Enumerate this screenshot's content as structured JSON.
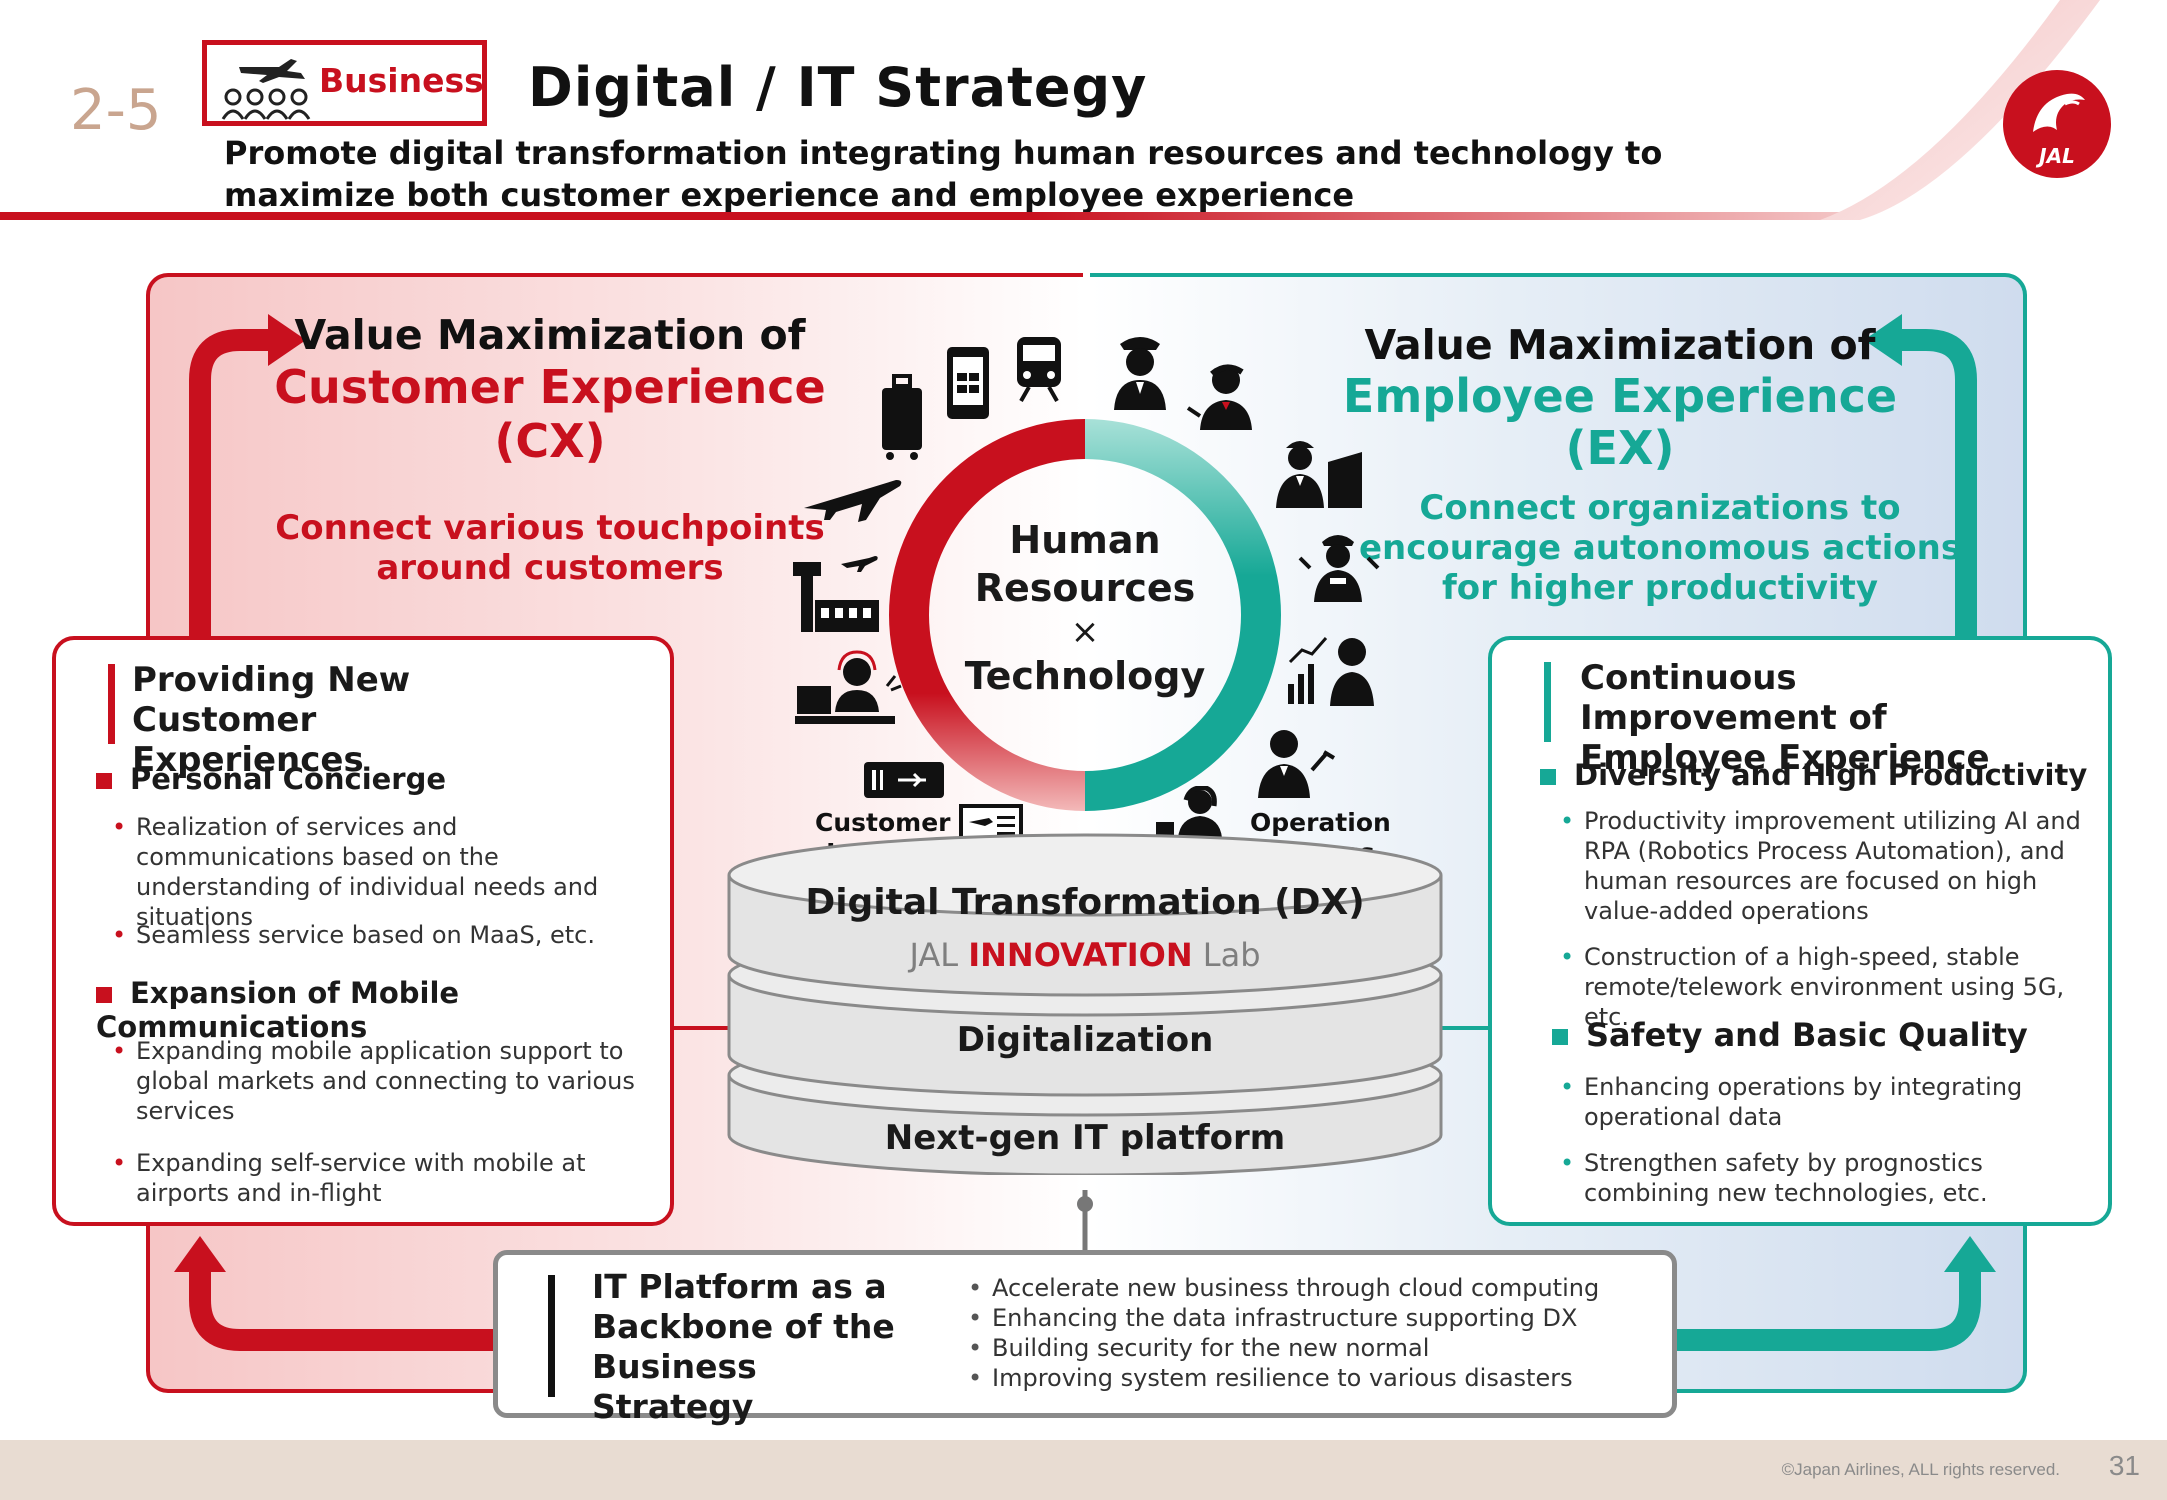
{
  "header": {
    "section_number": "2-5",
    "badge_label": "Business",
    "title": "Digital / IT Strategy",
    "subtitle": "Promote digital transformation integrating human resources and technology to maximize both customer experience and employee experience",
    "logo_text": "JAL"
  },
  "cx": {
    "title_line1": "Value Maximization of",
    "title_line2": "Customer Experience",
    "title_line3": "(CX)",
    "subtitle_line1": "Connect various touchpoints",
    "subtitle_line2": "around customers",
    "box_title": "Providing New Customer Experiences",
    "items": [
      {
        "heading": "Personal Concierge",
        "bullets": [
          "Realization of services and communications based on the understanding of individual needs and situations",
          "Seamless service based on MaaS, etc."
        ]
      },
      {
        "heading": "Expansion of Mobile Communications",
        "bullets": [
          "Expanding mobile application support to global markets and connecting to various services",
          "Expanding self-service with mobile at airports and in-flight"
        ]
      }
    ]
  },
  "ex": {
    "title_line1": "Value Maximization of",
    "title_line2": "Employee Experience",
    "title_line3": "(EX)",
    "subtitle_line1": "Connect organizations to",
    "subtitle_line2": "encourage autonomous actions",
    "subtitle_line3": "for higher productivity",
    "box_title": "Continuous Improvement of Employee Experience",
    "items": [
      {
        "heading": "Diversity and High Productivity",
        "bullets": [
          "Productivity improvement utilizing AI and RPA (Robotics Process Automation), and human resources are focused on high value-added operations",
          "Construction of a high-speed, stable remote/telework environment using 5G, etc."
        ]
      },
      {
        "heading": "Safety and Basic Quality",
        "bullets": [
          "Enhancing operations by integrating operational data",
          "Strengthen safety by prognostics combining new technologies, etc."
        ]
      }
    ]
  },
  "center": {
    "line1": "Human",
    "line2": "Resources",
    "cross": "×",
    "line3": "Technology",
    "customer_journey": "Customer Journey",
    "operation_process": "Operation Process"
  },
  "layers": {
    "dx": "Digital Transformation (DX)",
    "lab_prefix": "JAL ",
    "lab_main": "INNOVATION",
    "lab_suffix": " Lab",
    "digitalization": "Digitalization",
    "platform": "Next-gen IT platform"
  },
  "it_platform": {
    "title": "IT Platform as a Backbone of the Business Strategy",
    "bullets": [
      "Accelerate new business through cloud computing",
      "Enhancing the data infrastructure supporting DX",
      "Building security for the new normal",
      "Improving system resilience to various disasters"
    ]
  },
  "footer": {
    "copyright": "©Japan Airlines, ALL rights reserved.",
    "page": "31"
  },
  "colors": {
    "jal_red": "#c8101e",
    "teal": "#16a896",
    "grey": "#7f7f7f"
  }
}
